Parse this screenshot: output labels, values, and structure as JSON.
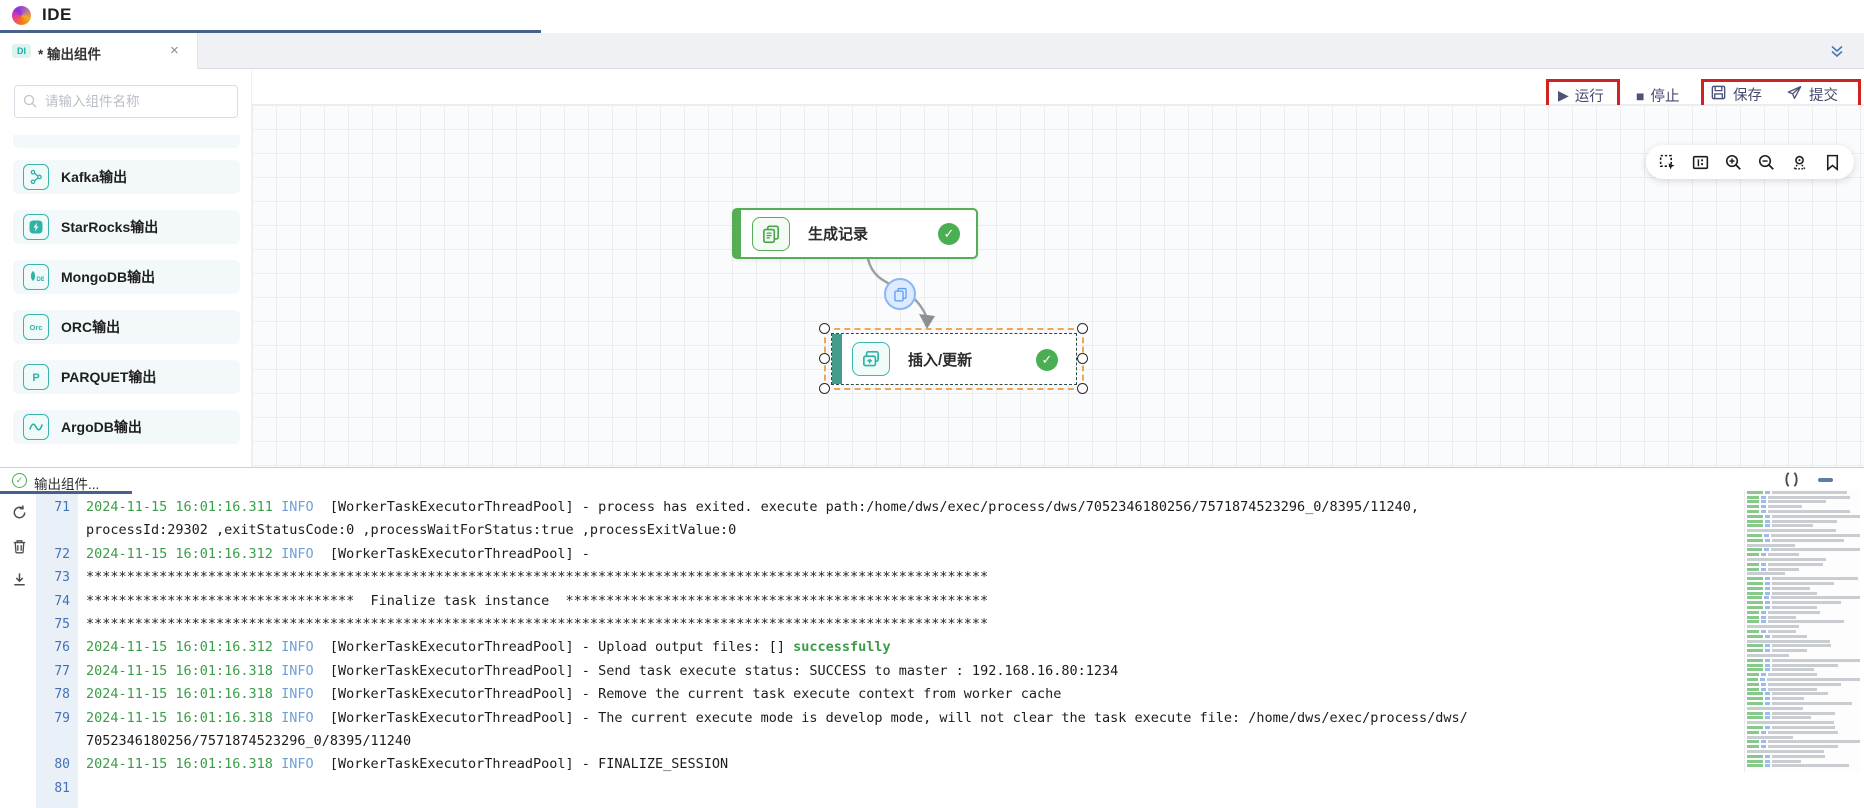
{
  "app": {
    "title": "IDE"
  },
  "tab_bar": {
    "active_tab": {
      "badge": "DI",
      "label": "* 输出组件",
      "close_glyph": "×"
    }
  },
  "sidebar": {
    "search_placeholder": "请输入组件名称",
    "items": [
      {
        "id": "kafka",
        "label": "Kafka输出"
      },
      {
        "id": "starrocks",
        "label": "StarRocks输出"
      },
      {
        "id": "mongodb",
        "label": "MongoDB输出"
      },
      {
        "id": "orc",
        "label": "ORC输出"
      },
      {
        "id": "parquet",
        "label": "PARQUET输出"
      },
      {
        "id": "argodb",
        "label": "ArgoDB输出"
      }
    ]
  },
  "toolbar": {
    "run": "运行",
    "stop": "停止",
    "save": "保存",
    "submit": "提交"
  },
  "canvas_toolbar": {
    "icons": [
      "marquee-select",
      "fit-view",
      "zoom-in",
      "zoom-out",
      "locate",
      "bookmark"
    ]
  },
  "canvas": {
    "node_generate": {
      "label": "生成记录",
      "status_glyph": "✓"
    },
    "node_upsert": {
      "label": "插入/更新",
      "status_glyph": "✓"
    }
  },
  "log_panel": {
    "tab_label": "输出组件...",
    "lines": [
      {
        "num": "71",
        "segs": [
          {
            "t": "2024-11-15 16:01:16.311",
            "c": "ts"
          },
          {
            "t": " ",
            "c": "tx"
          },
          {
            "t": "INFO",
            "c": "in"
          },
          {
            "t": "  [WorkerTaskExecutorThreadPool] - process has exited. execute path:/home/dws/exec/process/dws/7052346180256/7571874523296_0/8395/11240,",
            "c": "tx"
          }
        ]
      },
      {
        "num": "",
        "segs": [
          {
            "t": "processId:29302 ,exitStatusCode:0 ,processWaitForStatus:true ,processExitValue:0",
            "c": "tx"
          }
        ]
      },
      {
        "num": "72",
        "segs": [
          {
            "t": "2024-11-15 16:01:16.312",
            "c": "ts"
          },
          {
            "t": " ",
            "c": "tx"
          },
          {
            "t": "INFO",
            "c": "in"
          },
          {
            "t": "  [WorkerTaskExecutorThreadPool] - ",
            "c": "tx"
          }
        ]
      },
      {
        "num": "73",
        "segs": [
          {
            "t": "***************************************************************************************************************",
            "c": "tx"
          }
        ]
      },
      {
        "num": "74",
        "segs": [
          {
            "t": "*********************************  Finalize task instance  ****************************************************",
            "c": "tx"
          }
        ]
      },
      {
        "num": "75",
        "segs": [
          {
            "t": "***************************************************************************************************************",
            "c": "tx"
          }
        ]
      },
      {
        "num": "76",
        "segs": [
          {
            "t": "2024-11-15 16:01:16.312",
            "c": "ts"
          },
          {
            "t": " ",
            "c": "tx"
          },
          {
            "t": "INFO",
            "c": "in"
          },
          {
            "t": "  [WorkerTaskExecutorThreadPool] - Upload output files: [] ",
            "c": "tx"
          },
          {
            "t": "successfully",
            "c": "ok"
          }
        ]
      },
      {
        "num": "77",
        "segs": [
          {
            "t": "2024-11-15 16:01:16.318",
            "c": "ts"
          },
          {
            "t": " ",
            "c": "tx"
          },
          {
            "t": "INFO",
            "c": "in"
          },
          {
            "t": "  [WorkerTaskExecutorThreadPool] - Send task execute status: SUCCESS to master : 192.168.16.80:1234",
            "c": "tx"
          }
        ]
      },
      {
        "num": "78",
        "segs": [
          {
            "t": "2024-11-15 16:01:16.318",
            "c": "ts"
          },
          {
            "t": " ",
            "c": "tx"
          },
          {
            "t": "INFO",
            "c": "in"
          },
          {
            "t": "  [WorkerTaskExecutorThreadPool] - Remove the current task execute context from worker cache",
            "c": "tx"
          }
        ]
      },
      {
        "num": "79",
        "segs": [
          {
            "t": "2024-11-15 16:01:16.318",
            "c": "ts"
          },
          {
            "t": " ",
            "c": "tx"
          },
          {
            "t": "INFO",
            "c": "in"
          },
          {
            "t": "  [WorkerTaskExecutorThreadPool] - The current execute mode is develop mode, will not clear the task execute file: /home/dws/exec/process/dws/",
            "c": "tx"
          }
        ]
      },
      {
        "num": "",
        "segs": [
          {
            "t": "7052346180256/7571874523296_0/8395/11240",
            "c": "tx"
          }
        ]
      },
      {
        "num": "80",
        "segs": [
          {
            "t": "2024-11-15 16:01:16.318",
            "c": "ts"
          },
          {
            "t": " ",
            "c": "tx"
          },
          {
            "t": "INFO",
            "c": "in"
          },
          {
            "t": "  [WorkerTaskExecutorThreadPool] - FINALIZE_SESSION",
            "c": "tx"
          }
        ]
      },
      {
        "num": "81",
        "segs": []
      }
    ]
  },
  "colors": {
    "annotation_red": "#cf2222",
    "accent_green": "#55ad55",
    "accent_teal": "#2fb3a6",
    "timestamp_green": "#3a9e47",
    "info_blue": "#6f9fd8",
    "line_number_blue": "#4272b5",
    "progress_blue": "#46618e"
  }
}
